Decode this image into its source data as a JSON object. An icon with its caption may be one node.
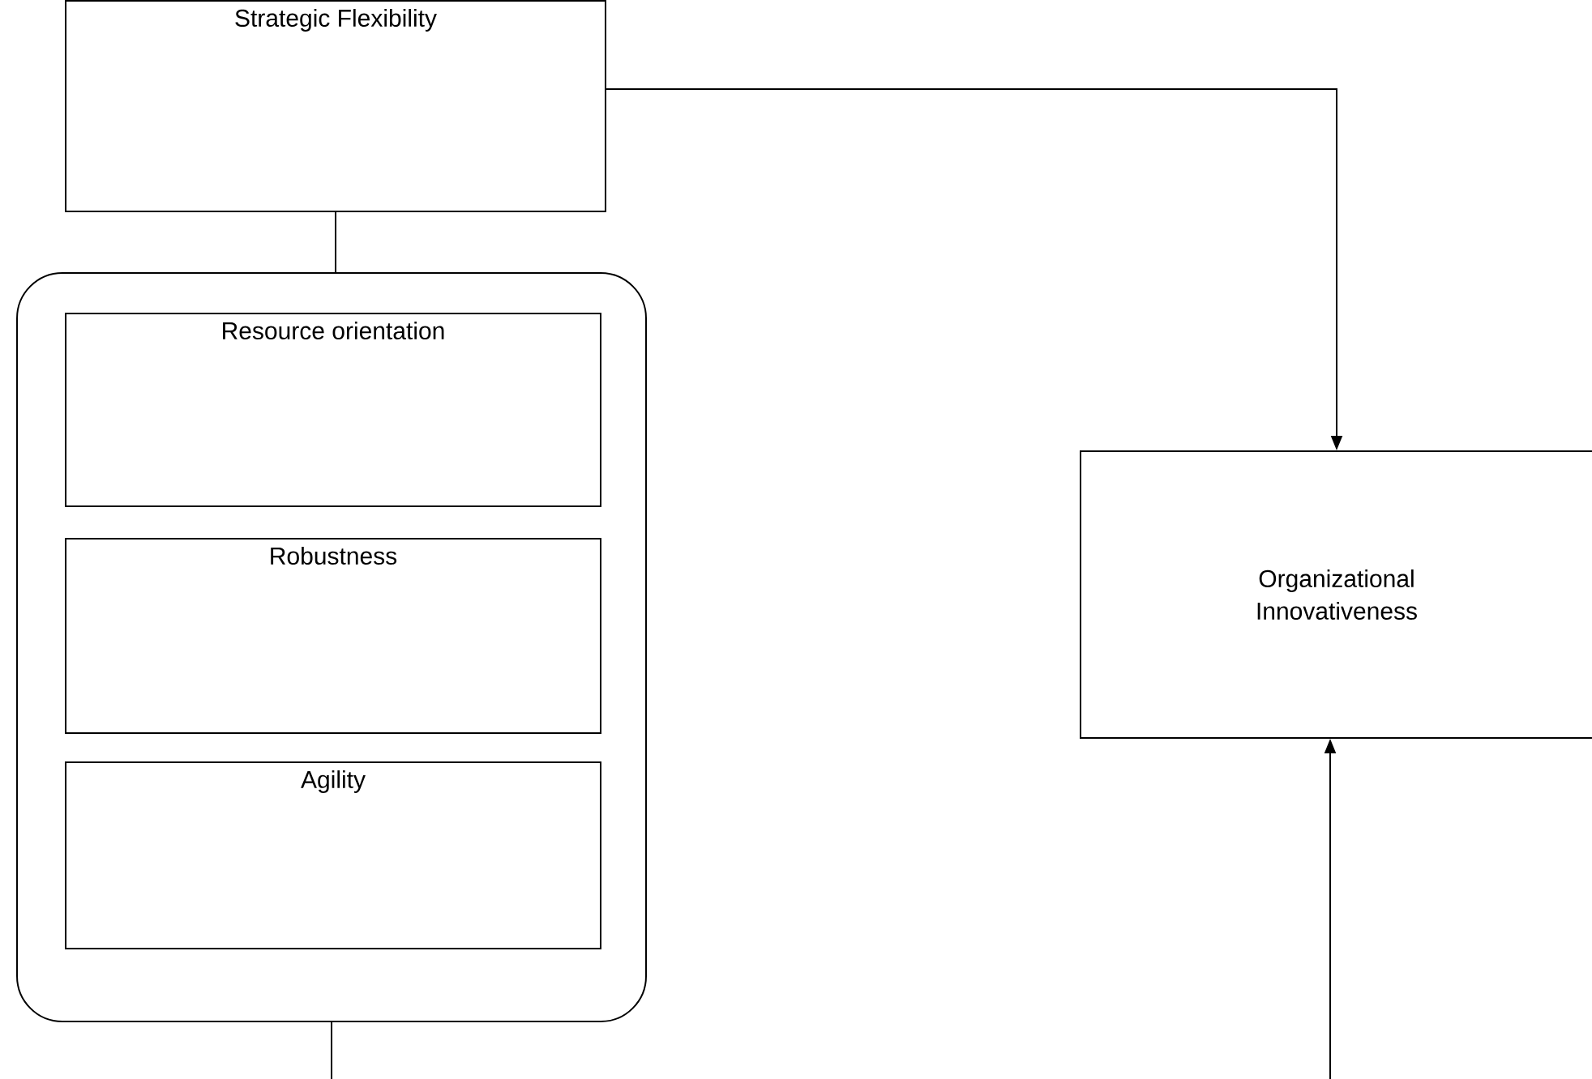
{
  "diagram": {
    "nodes": [
      {
        "text": [
          "Strategic Flexibility"
        ]
      },
      {
        "text": [],
        "shape": "box"
      },
      {
        "text": [
          "Resource orientation"
        ],
        "in": 1
      },
      {
        "text": [
          "Robustness"
        ],
        "in": 1
      },
      {
        "text": [
          "Agility"
        ],
        "in": 1
      },
      {
        "text": [
          "Organizational Innovativeness"
        ]
      }
    ],
    "edges": [
      {
        "from": 0,
        "to": 1,
        "arrow": "none"
      },
      {
        "from": 0,
        "to": 5,
        "arrow": "to"
      },
      {
        "from": 1,
        "to": null,
        "arrow": "none"
      },
      {
        "from": null,
        "to": 5,
        "arrow": "to"
      }
    ]
  }
}
